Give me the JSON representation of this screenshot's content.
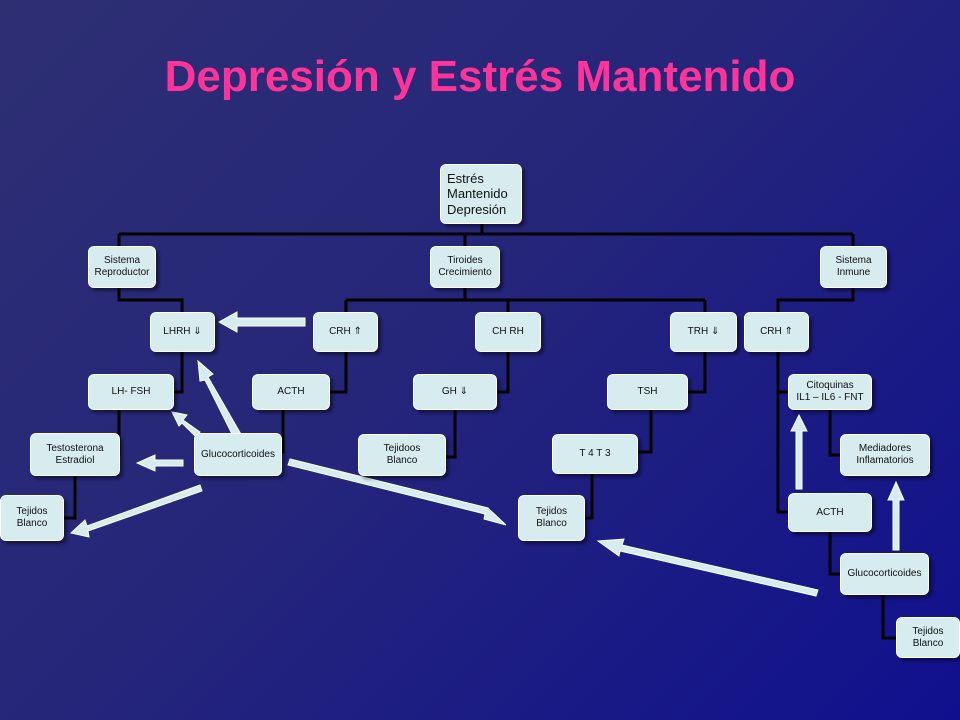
{
  "title": "Depresión y Estrés Mantenido",
  "nodes": {
    "root": "Estrés\n Mantenido\nDepresión",
    "sistema_reproductor": "Sistema\nReproductor",
    "tiroides_crecimiento": "Tiroides\nCrecimiento",
    "sistema_inmune": "Sistema\nInmune",
    "lhrh": "LHRH ⇓",
    "crh_mid": "CRH ⇑",
    "chrh": "CH RH",
    "trh": "TRH ⇓",
    "crh_right": "CRH ⇑",
    "lh_fsh": "LH- FSH",
    "acth_mid": "ACTH",
    "gh": "GH  ⇓",
    "tsh": "TSH",
    "citoquinas": "Citoquinas\nIL1 – IL6 - FNT",
    "testosterona": "Testosterona\nEstradiol",
    "glucocorticoides_mid": "Glucocorticoides",
    "tejidoos_blanco": "Tejidoos\nBlanco",
    "t4_t3": "T 4   T 3",
    "mediadores": "Mediadores\nInflamatorios",
    "tejidos_blanco_left": "Tejidos\nBlanco",
    "tejidos_blanco_mid": "Tejidos\nBlanco",
    "acth_right": "ACTH",
    "glucocorticoides_right": "Glucocorticoides",
    "tejidos_blanco_right": "Tejidos\nBlanco"
  }
}
